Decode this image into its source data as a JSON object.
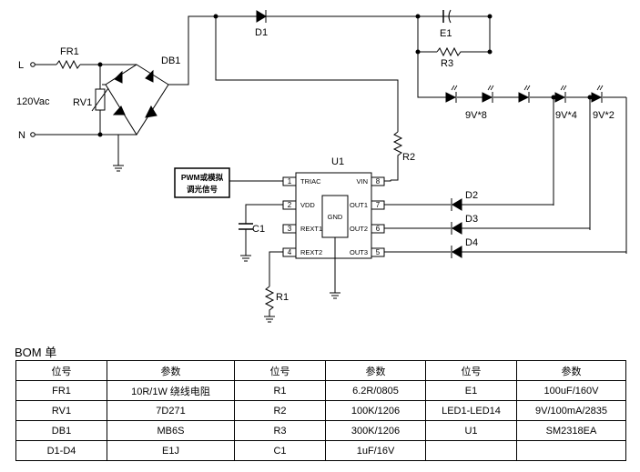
{
  "schematic": {
    "labels": {
      "L": "L",
      "N": "N",
      "vac": "120Vac",
      "FR1": "FR1",
      "RV1": "RV1",
      "DB1": "DB1",
      "D1": "D1",
      "E1": "E1",
      "R3": "R3",
      "R2": "R2",
      "R1": "R1",
      "C1": "C1",
      "U1": "U1",
      "D2": "D2",
      "D3": "D3",
      "D4": "D4",
      "led_group1": "9V*8",
      "led_group2": "9V*4",
      "led_group3": "9V*2",
      "dim_box_line1": "PWM或模拟",
      "dim_box_line2": "调光信号",
      "gnd": "GND"
    },
    "pins": [
      {
        "num": "1",
        "name": "TRIAC"
      },
      {
        "num": "2",
        "name": "VDD"
      },
      {
        "num": "3",
        "name": "REXT1"
      },
      {
        "num": "4",
        "name": "REXT2"
      },
      {
        "num": "8",
        "name": "VIN"
      },
      {
        "num": "7",
        "name": "OUT1"
      },
      {
        "num": "6",
        "name": "OUT2"
      },
      {
        "num": "5",
        "name": "OUT3"
      }
    ]
  },
  "bom": {
    "title": "BOM 单",
    "headers": [
      "位号",
      "参数",
      "位号",
      "参数",
      "位号",
      "参数"
    ],
    "rows": [
      [
        "FR1",
        "10R/1W  绕线电阻",
        "R1",
        "6.2R/0805",
        "E1",
        "100uF/160V"
      ],
      [
        "RV1",
        "7D271",
        "R2",
        "100K/1206",
        "LED1-LED14",
        "9V/100mA/2835"
      ],
      [
        "DB1",
        "MB6S",
        "R3",
        "300K/1206",
        "U1",
        "SM2318EA"
      ],
      [
        "D1-D4",
        "E1J",
        "C1",
        "1uF/16V",
        "",
        ""
      ]
    ]
  }
}
